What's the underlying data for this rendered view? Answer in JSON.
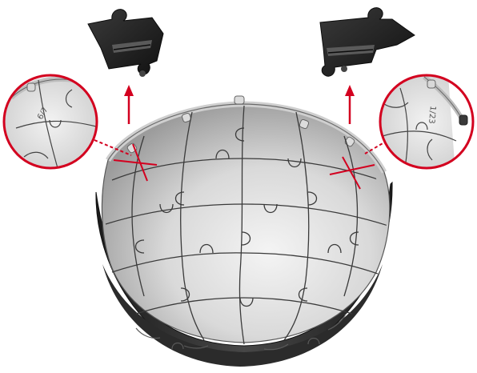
{
  "diagram": {
    "insets": [
      {
        "id": "left-magnifier",
        "marking": "6/7"
      },
      {
        "id": "right-magnifier",
        "marking": "1/23"
      }
    ],
    "colors": {
      "accent_red": "#d3001f",
      "piece_dark": "#1e1e1e",
      "sphere_light": "#e9e9e9",
      "sphere_shadow": "#a8a8a8",
      "shell_dark": "#333333",
      "outline": "#2a2a2a"
    }
  }
}
